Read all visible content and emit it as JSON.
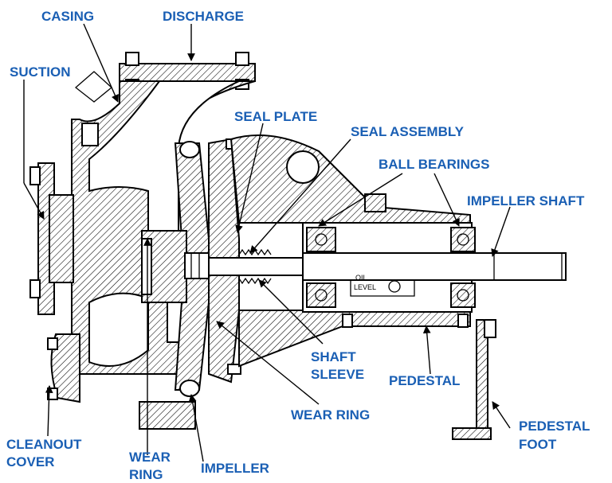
{
  "labels": {
    "casing": "CASING",
    "discharge": "DISCHARGE",
    "suction": "SUCTION",
    "seal_plate": "SEAL PLATE",
    "seal_assembly": "SEAL ASSEMBLY",
    "ball_bearings": "BALL BEARINGS",
    "impeller_shaft": "IMPELLER SHAFT",
    "shaft_sleeve_1": "SHAFT",
    "shaft_sleeve_2": "SLEEVE",
    "pedestal": "PEDESTAL",
    "wear_ring_right": "WEAR RING",
    "pedestal_foot_1": "PEDESTAL",
    "pedestal_foot_2": "FOOT",
    "cleanout_cover_1": "CLEANOUT",
    "cleanout_cover_2": "COVER",
    "wear_ring_bottom_1": "WEAR",
    "wear_ring_bottom_2": "RING",
    "impeller": "IMPELLER",
    "oil_level_1": "OIL",
    "oil_level_2": "LEVEL"
  },
  "colors": {
    "label": "#1a5fb4",
    "line": "#000000",
    "background": "#ffffff"
  }
}
